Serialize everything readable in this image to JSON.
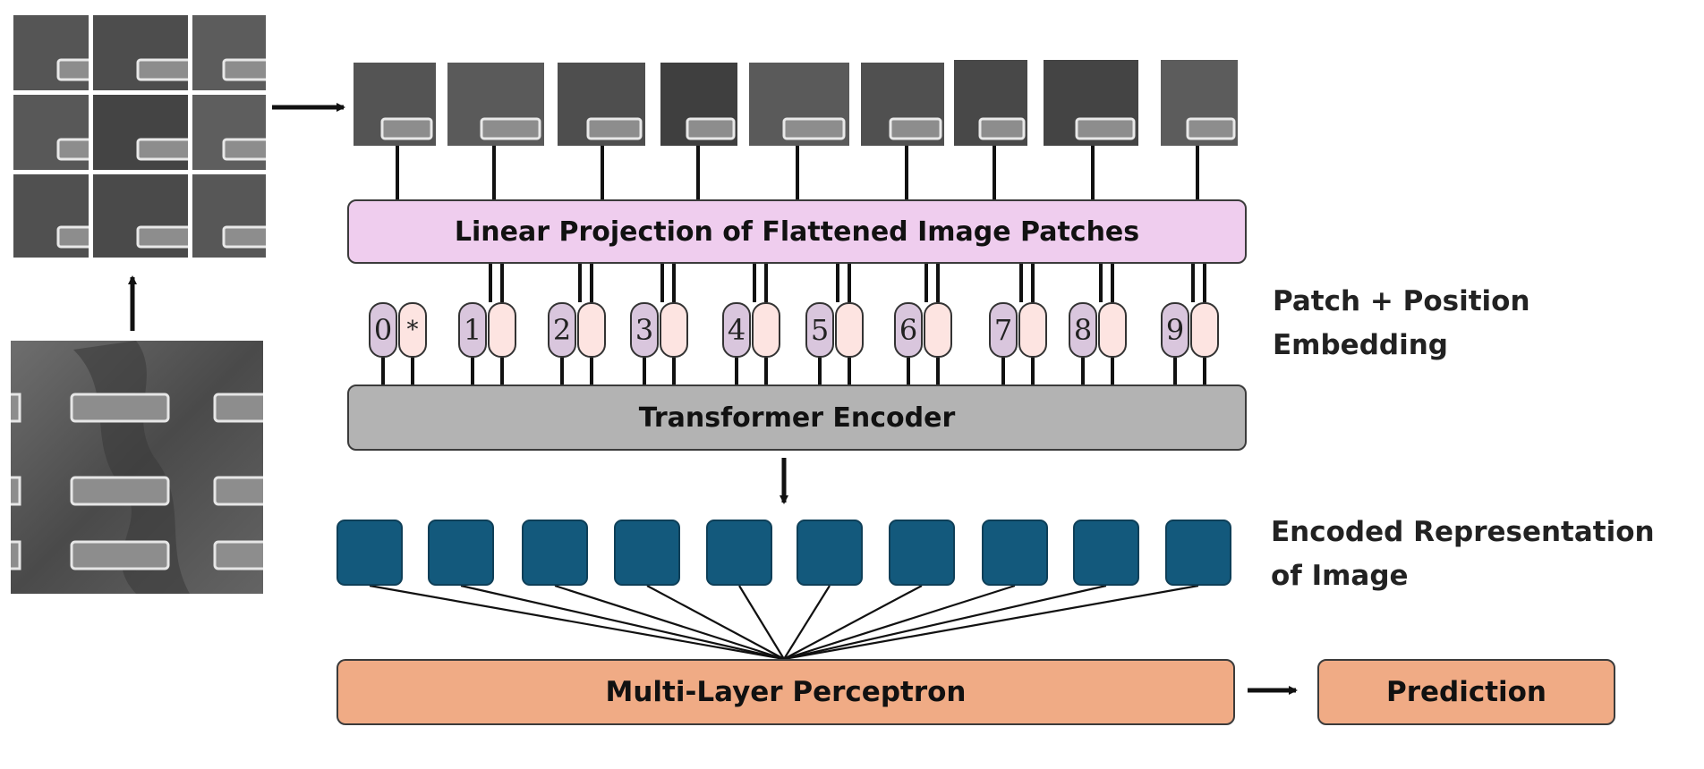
{
  "diagram": {
    "linear_projection_label": "Linear Projection of Flattened Image Patches",
    "transformer_label": "Transformer Encoder",
    "mlp_label": "Multi-Layer Perceptron",
    "prediction_label": "Prediction",
    "patch_position_label_line1": "Patch + Position",
    "patch_position_label_line2": "Embedding",
    "encoded_label_line1": "Encoded Representation",
    "encoded_label_line2": "of Image",
    "embedding_tokens": [
      "0",
      "1",
      "2",
      "3",
      "4",
      "5",
      "6",
      "7",
      "8",
      "9"
    ],
    "class_token_symbol": "*"
  },
  "colors": {
    "projection": "#efcdee",
    "transformer": "#b3b3b3",
    "mlp": "#f0ab85",
    "encoded_token": "#13597c",
    "position_embedding": "#fde4e1",
    "patch_embedding": "#d9c6dd"
  }
}
